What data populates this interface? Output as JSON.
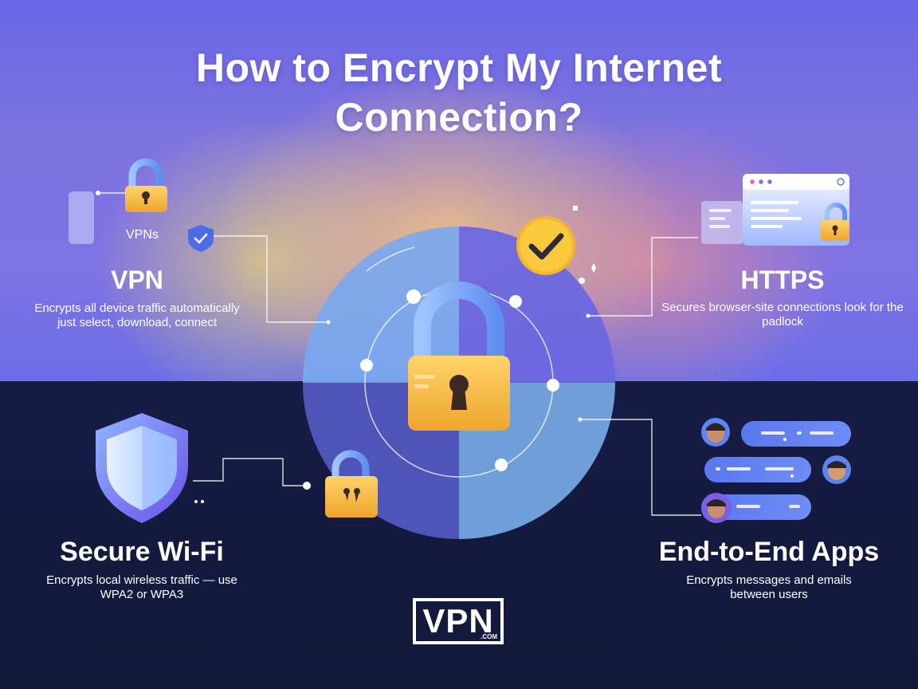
{
  "title": "How to Encrypt My Internet Connection?",
  "sections": {
    "vpn": {
      "heading": "VPN",
      "description": "Encrypts all device traffic automatically just select, download, connect",
      "icon_label": "VPNs"
    },
    "https": {
      "heading": "HTTPS",
      "description": "Secures browser-site connections  look for the padlock"
    },
    "wifi": {
      "heading": "Secure Wi-Fi",
      "description": "Encrypts local wireless traffic — use WPA2 or WPA3"
    },
    "e2e": {
      "heading": "End-to-End Apps",
      "description": "Encrypts messages and emails between users"
    }
  },
  "logo": {
    "word": "VPN",
    "suffix": ".COM"
  },
  "colors": {
    "top_background": "#7a6fe3",
    "bottom_background": "#151b40",
    "padlock_gold": "#f3b43a",
    "accent_blue": "#5b7cf0"
  },
  "icons": [
    "padlock-icon",
    "shield-icon",
    "checkmark-icon",
    "browser-window-icon",
    "chat-bubble-icon",
    "avatar-icon"
  ]
}
